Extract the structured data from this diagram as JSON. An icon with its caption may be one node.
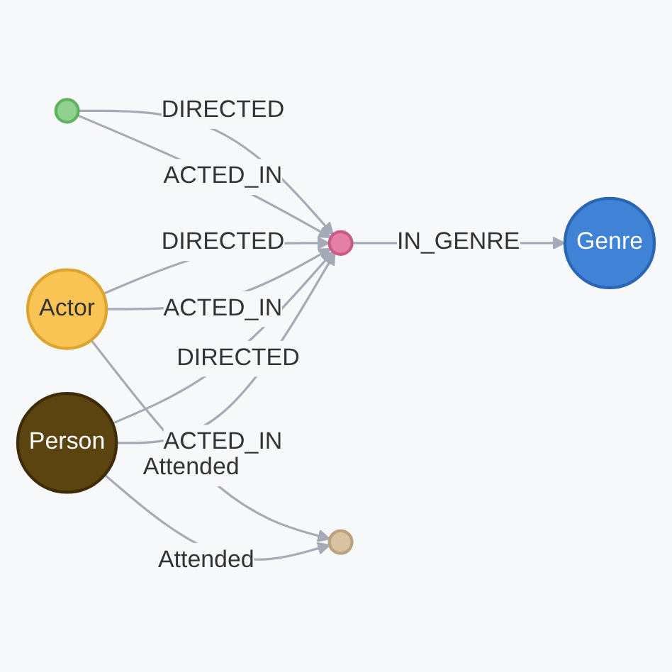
{
  "diagram": {
    "nodes": [
      {
        "text": [],
        "shape": "circle"
      },
      {
        "text": [],
        "shape": "circle"
      },
      {
        "text": [
          "Genre"
        ]
      },
      {
        "text": [
          "Actor"
        ]
      },
      {
        "text": [],
        "shape": "circle"
      },
      {
        "text": [
          "Person"
        ]
      }
    ],
    "edges": [
      {
        "from": 0,
        "to": 1,
        "arrow": "to",
        "label": "DIRECTED"
      },
      {
        "from": 0,
        "to": 1,
        "arrow": "to",
        "label": "ACTED_IN"
      },
      {
        "from": 1,
        "to": 2,
        "arrow": "to",
        "label": "IN_GENRE"
      },
      {
        "from": 3,
        "to": 1,
        "arrow": "to",
        "label": "DIRECTED"
      },
      {
        "from": 3,
        "to": 1,
        "arrow": "to",
        "label": "ACTED_IN"
      },
      {
        "from": 5,
        "to": 1,
        "arrow": "to",
        "label": "DIRECTED"
      },
      {
        "from": 5,
        "to": 1,
        "arrow": "to",
        "label": "ACTED_IN"
      },
      {
        "from": 3,
        "to": 4,
        "arrow": "to",
        "label": "Attended"
      },
      {
        "from": 5,
        "to": 4,
        "arrow": "to",
        "label": "Attended"
      }
    ]
  }
}
